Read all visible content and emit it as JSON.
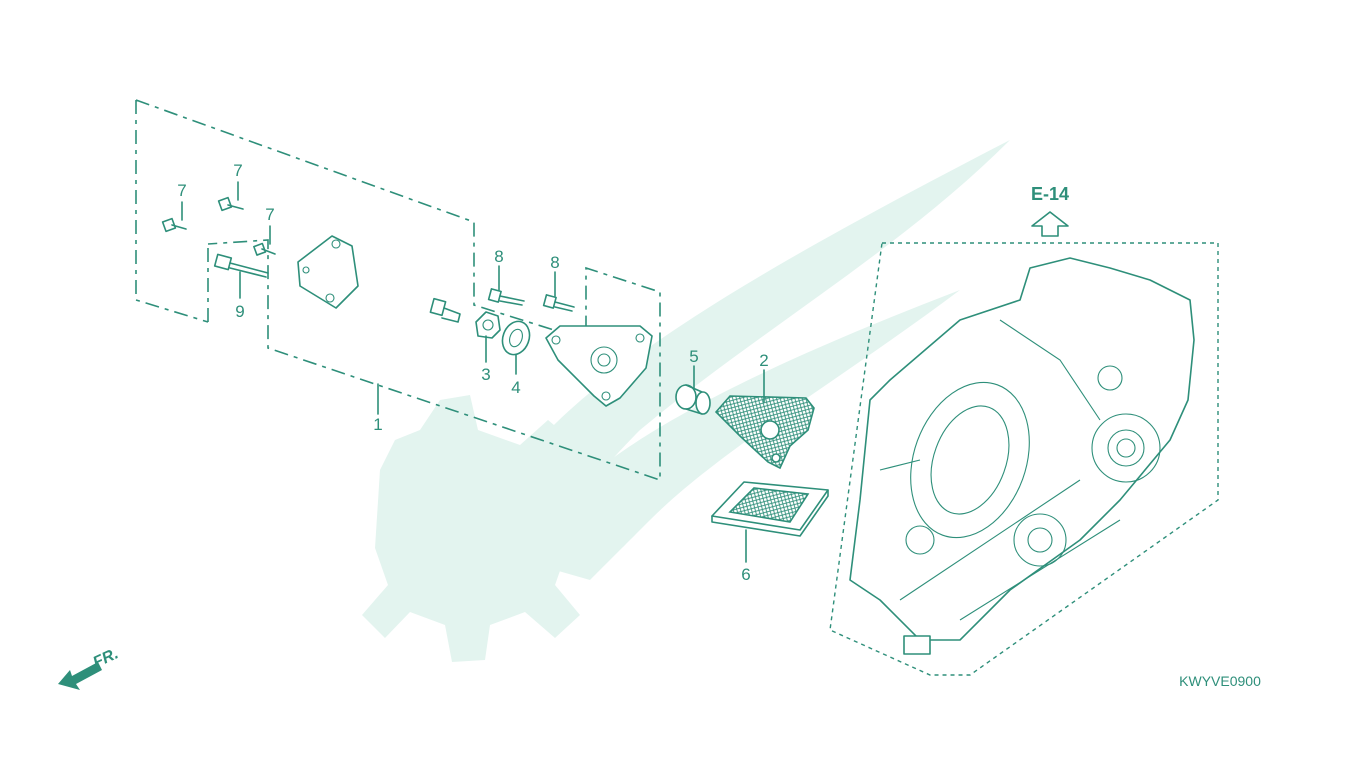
{
  "diagram": {
    "callouts": [
      {
        "id": "c7a",
        "text": "7"
      },
      {
        "id": "c7b",
        "text": "7"
      },
      {
        "id": "c7c",
        "text": "7"
      },
      {
        "id": "c9",
        "text": "9"
      },
      {
        "id": "c8a",
        "text": "8"
      },
      {
        "id": "c8b",
        "text": "8"
      },
      {
        "id": "c3",
        "text": "3"
      },
      {
        "id": "c4",
        "text": "4"
      },
      {
        "id": "c1",
        "text": "1"
      },
      {
        "id": "c5",
        "text": "5"
      },
      {
        "id": "c2",
        "text": "2"
      },
      {
        "id": "c6",
        "text": "6"
      }
    ],
    "reference": "E-14",
    "direction_label": "FR.",
    "figure_code": "KWYVE0900"
  },
  "colors": {
    "line": "#2e8f7a",
    "watermark": "#e3f4ef",
    "background": "#ffffff"
  }
}
